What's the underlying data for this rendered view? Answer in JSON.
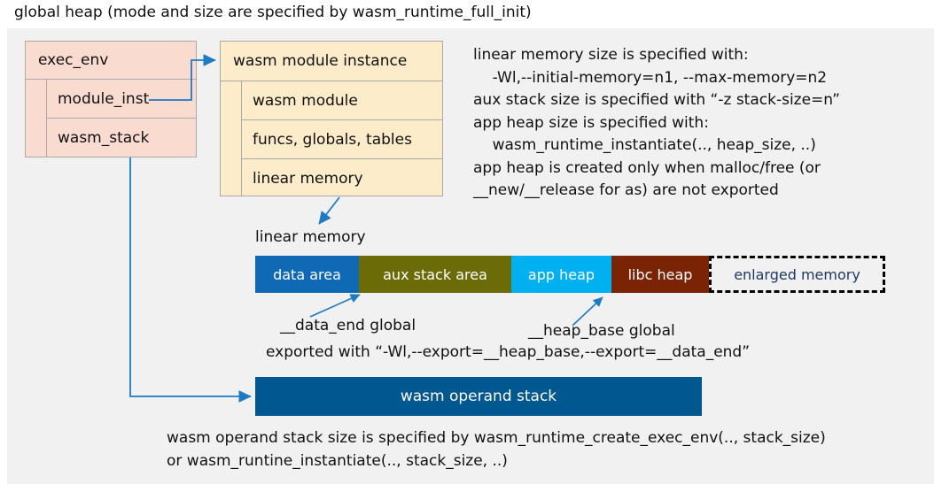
{
  "title": "global heap (mode and size are specified by wasm_runtime_full_init)",
  "exec_env": {
    "header": "exec_env",
    "rows": [
      "module_inst",
      "wasm_stack"
    ],
    "color": "#fadbd0"
  },
  "module_instance": {
    "header": "wasm module instance",
    "rows": [
      "wasm module",
      "funcs, globals, tables",
      "linear memory"
    ],
    "color": "#fcecc9"
  },
  "info_text": "linear memory size is specified with:\n    -Wl,--initial-memory=n1, --max-memory=n2\naux stack size is specified with “-z stack-size=n”\napp heap size is specified with:\n    wasm_runtime_instantiate(.., heap_size, ..)\napp heap is created only when malloc/free (or\n__new/__release for as) are not exported",
  "linear_memory": {
    "label": "linear memory",
    "segments": [
      {
        "label": "data area",
        "color": "#1069b4",
        "text_color": "#ffffff",
        "width": 117,
        "dashed": false
      },
      {
        "label": "aux stack area",
        "color": "#6b6b08",
        "text_color": "#ffffff",
        "width": 172,
        "dashed": false
      },
      {
        "label": "app heap",
        "color": "#00b0f0",
        "text_color": "#ffffff",
        "width": 113,
        "dashed": false
      },
      {
        "label": "libc heap",
        "color": "#7b2405",
        "text_color": "#ffffff",
        "width": 110,
        "dashed": false
      },
      {
        "label": "enlarged memory",
        "color": "#f1f1f1",
        "text_color": "#1f3864",
        "width": 199,
        "dashed": true
      }
    ]
  },
  "annotations": {
    "data_end": "__data_end global",
    "heap_base": "__heap_base global",
    "exported": "exported with “-Wl,--export=__heap_base,--export=__data_end”"
  },
  "operand_stack": {
    "label": "wasm operand stack",
    "color": "#01578f"
  },
  "bottom_text": "wasm operand stack size is specified by wasm_runtime_create_exec_env(.., stack_size)\nor wasm_runtine_instantiate(.., stack_size, ..)",
  "colors": {
    "panel_background": "#f1f1f1",
    "connector": "#1f7ac4",
    "border": "#aaa9a9"
  }
}
